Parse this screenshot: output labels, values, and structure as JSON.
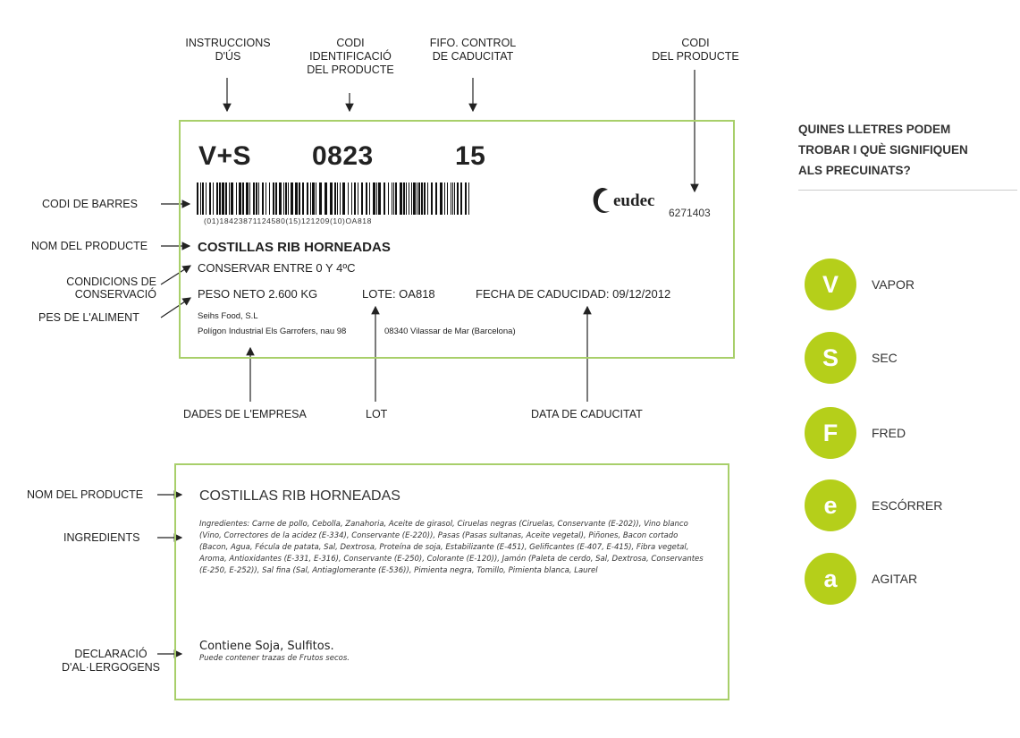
{
  "top_callouts": {
    "instructions": "INSTRUCCIONS\nD'ÚS",
    "product_id": "CODI\nIDENTIFICACIÓ\nDEL PRODUCTE",
    "fifo": "FIFO. CONTROL\nDE CADUCITAT",
    "product_code": "CODI\nDEL PRODUCTE"
  },
  "left_callouts": {
    "barcode": "CODI DE BARRES",
    "product_name": "NOM DEL PRODUCTE",
    "conservation": "CONDICIONS DE\nCONSERVACIÓ",
    "weight": "PES DE L'ALIMENT"
  },
  "bottom_callouts": {
    "company": "DADES DE L'EMPRESA",
    "lot": "LOT",
    "expiry": "DATA DE CADUCITAT"
  },
  "label1": {
    "code1": "V+S",
    "code2": "0823",
    "code3": "15",
    "barcode_text": "(01)18423871124580(15)121209(10)OA818",
    "brand": "eudec",
    "product_code": "6271403",
    "product_name": "COSTILLAS RIB HORNEADAS",
    "conservation": "CONSERVAR ENTRE 0 Y 4ºC",
    "weight": "PESO NETO 2.600 KG",
    "lot": "LOTE: OA818",
    "expiry": "FECHA DE CADUCIDAD: 09/12/2012",
    "company_name": "Seihs Food, S.L",
    "company_address": "Polígon Industrial Els Garrofers, nau 98",
    "company_city": "08340 Vilassar de Mar (Barcelona)"
  },
  "label2_callouts": {
    "product_name": "NOM DEL PRODUCTE",
    "ingredients": "INGREDIENTS",
    "allergens": "DECLARACIÓ\nD'AL·LERGOGENS"
  },
  "label2": {
    "product_name": "COSTILLAS RIB HORNEADAS",
    "ingredients": "Ingredientes: Carne de pollo, Cebolla, Zanahoria, Aceite de girasol, Ciruelas negras (Ciruelas, Conservante (E-202)), Vino blanco (Vino, Correctores de la acidez (E-334), Conservante (E-220)), Pasas (Pasas sultanas, Aceite vegetal), Piñones, Bacon cortado (Bacon, Agua, Fécula de patata, Sal, Dextrosa, Proteína de soja, Estabilizante (E-451), Gelificantes (E-407, E-415), Fibra vegetal, Aroma, Antioxidantes (E-331, E-316), Conservante (E-250), Colorante (E-120)), Jamón (Paleta de cerdo, Sal, Dextrosa, Conservantes (E-250, E-252)), Sal fina (Sal, Antiaglomerante (E-536)), Pimienta negra, Tomillo, Pimienta blanca, Laurel",
    "allergens": "Contiene Soja, Sulfitos.",
    "traces": "Puede contener trazas de Frutos secos."
  },
  "sidebar": {
    "title": "QUINES LLETRES PODEM\nTROBAR I QUÈ SIGNIFIQUEN\nALS PRECUINATS?",
    "items": [
      {
        "letter": "V",
        "label": "VAPOR"
      },
      {
        "letter": "S",
        "label": "SEC"
      },
      {
        "letter": "F",
        "label": "FRED"
      },
      {
        "letter": "e",
        "label": "ESCÓRRER"
      },
      {
        "letter": "a",
        "label": "AGITAR"
      }
    ]
  },
  "colors": {
    "accent": "#b5cf1a",
    "border": "#a8cf6a"
  }
}
